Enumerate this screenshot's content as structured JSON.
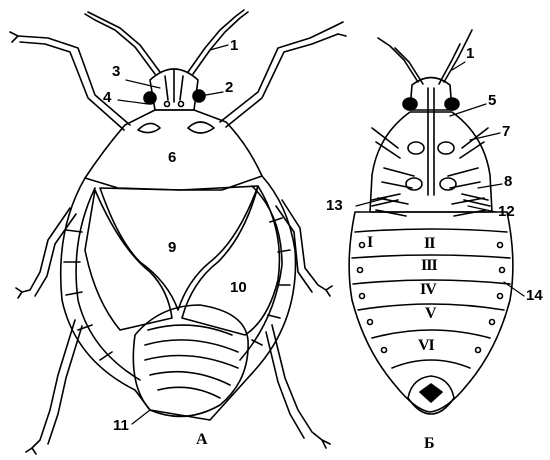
{
  "labels": {
    "n1a": "1",
    "n2": "2",
    "n3": "3",
    "n4": "4",
    "n6": "6",
    "n9": "9",
    "n10": "10",
    "n11": "11",
    "n1b": "1",
    "n5": "5",
    "n7": "7",
    "n8": "8",
    "n12": "12",
    "n13": "13",
    "n14": "14"
  },
  "roman": {
    "r1": "I",
    "r2": "II",
    "r3": "III",
    "r4": "IV",
    "r5": "V",
    "r6": "VI"
  },
  "views": {
    "dorsal": "А",
    "ventral": "Б"
  }
}
